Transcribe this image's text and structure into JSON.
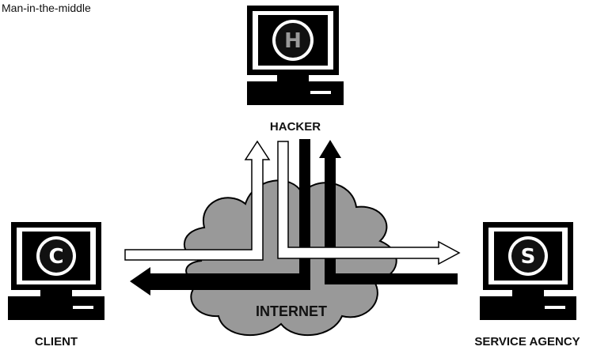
{
  "title": "Man-in-the-middle",
  "network_label": "INTERNET",
  "nodes": {
    "hacker": {
      "initial": "H",
      "label": "HACKER"
    },
    "client": {
      "initial": "C",
      "label": "CLIENT"
    },
    "service": {
      "initial": "S",
      "label": "SERVICE AGENCY"
    }
  },
  "colors": {
    "cloud_fill": "#999999",
    "outline": "#000000",
    "screen_fill": "#ffffff",
    "initial_circle": "#111111",
    "hacker_initial_text": "#9a9a9a",
    "client_service_initial_text": "#ffffff"
  },
  "icons": [
    "client-computer-icon",
    "hacker-computer-icon",
    "service-agency-computer-icon",
    "internet-cloud-icon"
  ]
}
